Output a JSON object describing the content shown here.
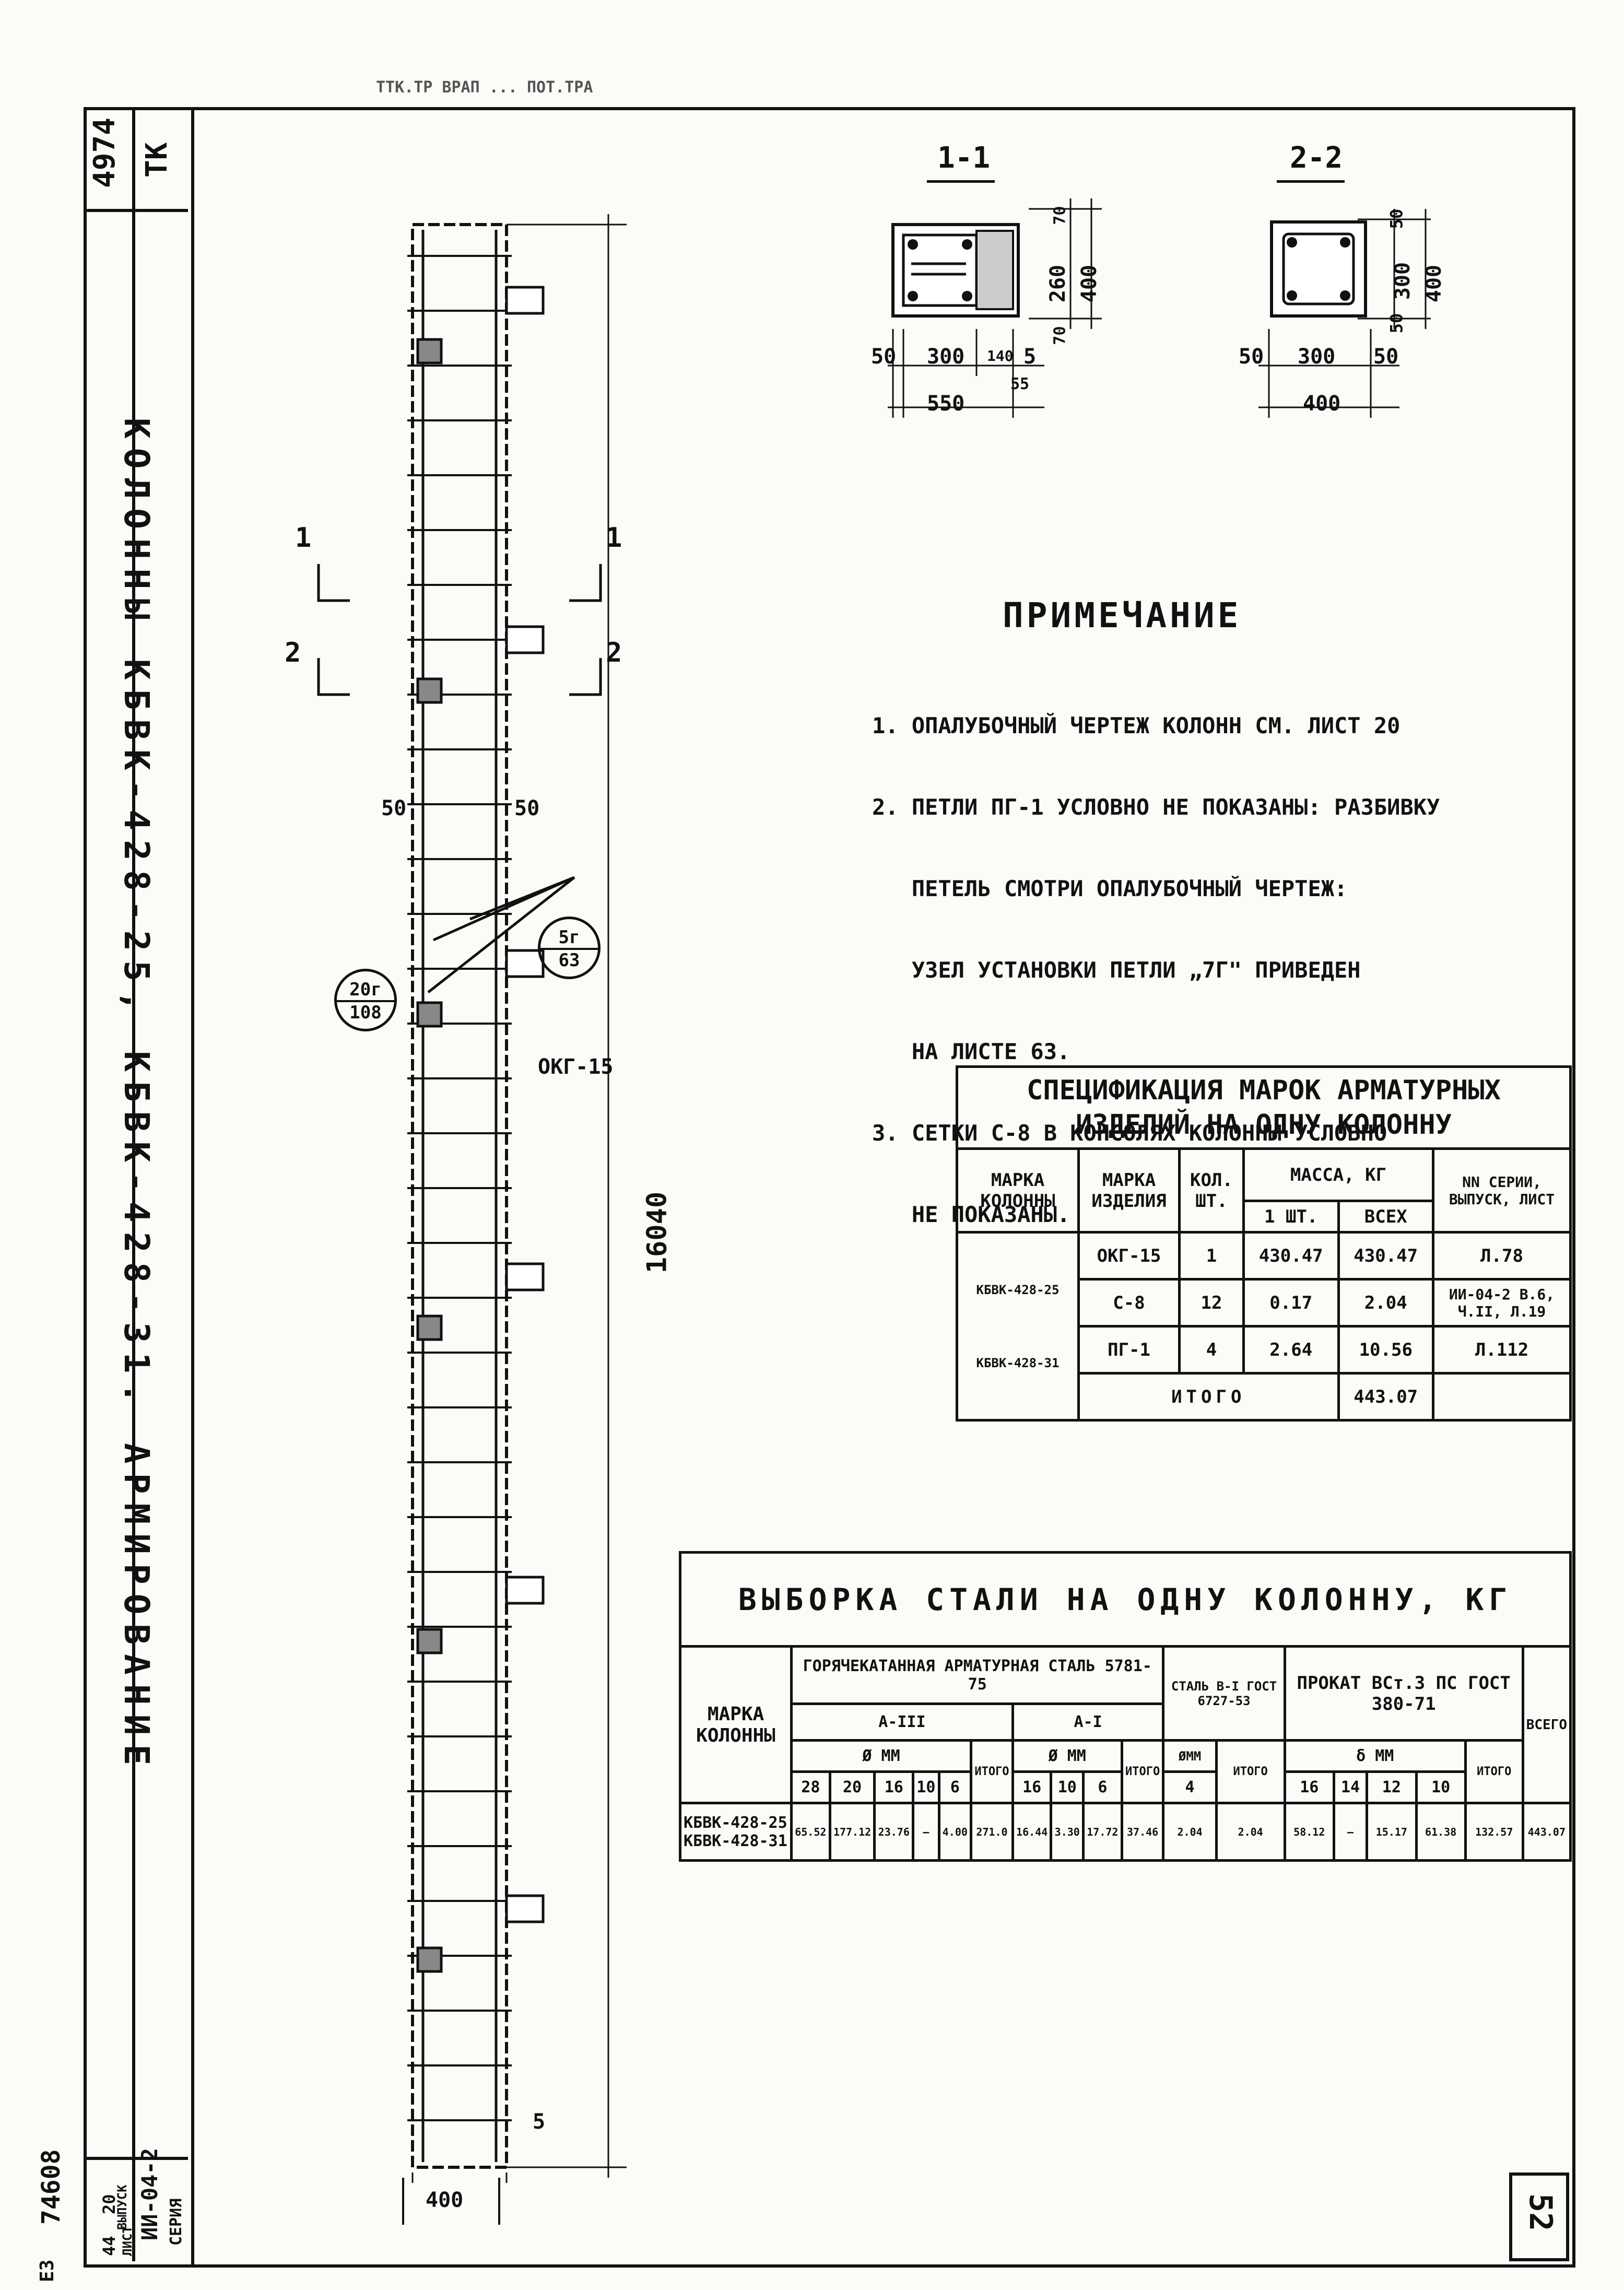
{
  "top_stamp": "ТТК.ТР ВРАП ... ПОТ.ТРА",
  "title_block": {
    "code_top": "4974",
    "tk": "ТК",
    "title_vertical": "КОЛОННЫ   КБВК-428-25,  КБВК-428-31.    АРМИРОВАНИЕ",
    "series_label": "СЕРИЯ",
    "series_value": "ИИ-04-2",
    "vypusk_label": "ВЫПУСК",
    "vypusk_value": "20",
    "list_label": "ЛИСТ",
    "list_value": "44",
    "bottom_code": "74608",
    "bottom_code2": "ЕЗ"
  },
  "sheet_number": "52",
  "sections": {
    "s11": {
      "title": "1-1",
      "dims_h": [
        "50",
        "300",
        "140",
        "5",
        "55",
        "550"
      ],
      "dims_v": [
        "70",
        "260",
        "400",
        "70"
      ]
    },
    "s22": {
      "title": "2-2",
      "dims_h": [
        "50",
        "300",
        "50",
        "400"
      ],
      "dims_v": [
        "50",
        "300",
        "400",
        "50"
      ]
    }
  },
  "column": {
    "height_dim": "16040",
    "width_dim": "400",
    "bottom_dim": "5",
    "side_dims": [
      "50",
      "50"
    ],
    "cut_marks": [
      "1",
      "1",
      "2",
      "2"
    ],
    "label_okg": "ОКГ-15",
    "callout1": {
      "top": "20г",
      "bottom": "108"
    },
    "callout2": {
      "top": "5г",
      "bottom": "63"
    }
  },
  "notes": {
    "title": "ПРИМЕЧАНИЕ",
    "items": [
      "1. ОПАЛУБОЧНЫЙ ЧЕРТЕЖ КОЛОНН СМ. ЛИСТ 20",
      "2. ПЕТЛИ ПГ-1 УСЛОВНО НЕ ПОКАЗАНЫ: РАЗБИВКУ",
      "   ПЕТЕЛЬ СМОТРИ ОПАЛУБОЧНЫЙ ЧЕРТЕЖ:",
      "   УЗЕЛ УСТАНОВКИ ПЕТЛИ „7Г\" ПРИВЕДЕН",
      "   НА ЛИСТЕ 63.",
      "3. СЕТКИ С-8 В КОНСОЛЯХ КОЛОННЫ УСЛОВНО",
      "   НЕ ПОКАЗАНЫ."
    ]
  },
  "spec_table": {
    "title1": "СПЕЦИФИКАЦИЯ МАРОК АРМАТУРНЫХ",
    "title2": "ИЗДЕЛИЙ НА ОДНУ КОЛОННУ",
    "h_marka_kol": "МАРКА КОЛОННЫ",
    "h_marka_izd": "МАРКА ИЗДЕЛИЯ",
    "h_kol": "КОЛ. ШТ.",
    "h_massa": "МАССА, КГ",
    "h_1sht": "1 ШТ.",
    "h_vseh": "ВСЕХ",
    "h_series": "NN СЕРИИ, ВЫПУСК, ЛИСТ",
    "col_marks": [
      "КБВК-428-25",
      "КБВК-428-31"
    ],
    "rows": [
      {
        "izd": "ОКГ-15",
        "kol": "1",
        "m1": "430.47",
        "mall": "430.47",
        "ref": "Л.78"
      },
      {
        "izd": "С-8",
        "kol": "12",
        "m1": "0.17",
        "mall": "2.04",
        "ref": "ИИ-04-2 В.6, Ч.II, Л.19"
      },
      {
        "izd": "ПГ-1",
        "kol": "4",
        "m1": "2.64",
        "mall": "10.56",
        "ref": "Л.112"
      }
    ],
    "itogo_label": "ИТОГО",
    "itogo_value": "443.07"
  },
  "steel_table": {
    "title": "ВЫБОРКА СТАЛИ НА ОДНУ КОЛОННУ, КГ",
    "h_marka": "МАРКА КОЛОННЫ",
    "h_hot": "ГОРЯЧЕКАТАННАЯ АРМАТУРНАЯ СТАЛЬ 5781-75",
    "h_wire": "СТАЛЬ В-I ГОСТ 6727-53",
    "h_prokat": "ПРОКАТ ВСт.3 ПС ГОСТ 380-71",
    "h_a3": "А-III",
    "h_a1": "А-I",
    "h_dmm": "Ø ММ",
    "h_dmm2": "ØММ",
    "h_tmm": "δ ММ",
    "h_itogo": "ИТОГО",
    "h_vsego": "ВСЕГО",
    "diam_a3": [
      "28",
      "20",
      "16",
      "10",
      "6"
    ],
    "diam_a1": [
      "16",
      "10",
      "6"
    ],
    "diam_w": [
      "4"
    ],
    "thick_p": [
      "16",
      "14",
      "12",
      "10"
    ],
    "row_marks": [
      "КБВК-428-25",
      "КБВК-428-31"
    ],
    "row_values": [
      "65.52",
      "177.12",
      "23.76",
      "—",
      "4.00",
      "271.0",
      "16.44",
      "3.30",
      "17.72",
      "37.46",
      "2.04",
      "2.04",
      "58.12",
      "—",
      "15.17",
      "61.38",
      "132.57",
      "443.07"
    ]
  }
}
